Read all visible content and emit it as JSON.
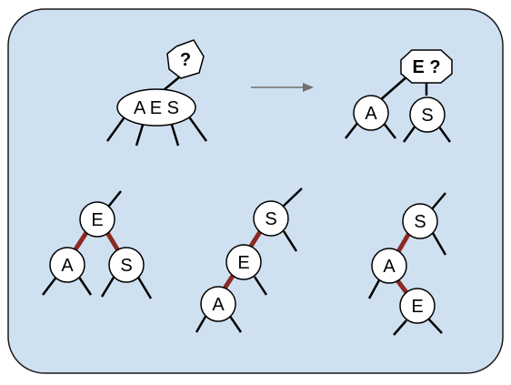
{
  "colors": {
    "panel_fill": "#cfe0f1",
    "panel_stroke": "#1a1a1a",
    "node_fill": "#ffffff",
    "edge_black": "#000000",
    "edge_red": "#8b2a22",
    "arrow": "#707070"
  },
  "before": {
    "parent_label": "?",
    "node_keys": "A E S"
  },
  "after": {
    "parent_label": "E ?",
    "left_child": "A",
    "right_child": "S"
  },
  "encodings": [
    {
      "root": "E",
      "left": "A",
      "right": "S"
    },
    {
      "top": "S",
      "middle": "E",
      "bottom": "A"
    },
    {
      "top": "S",
      "middle": "A",
      "bottom": "E"
    }
  ]
}
